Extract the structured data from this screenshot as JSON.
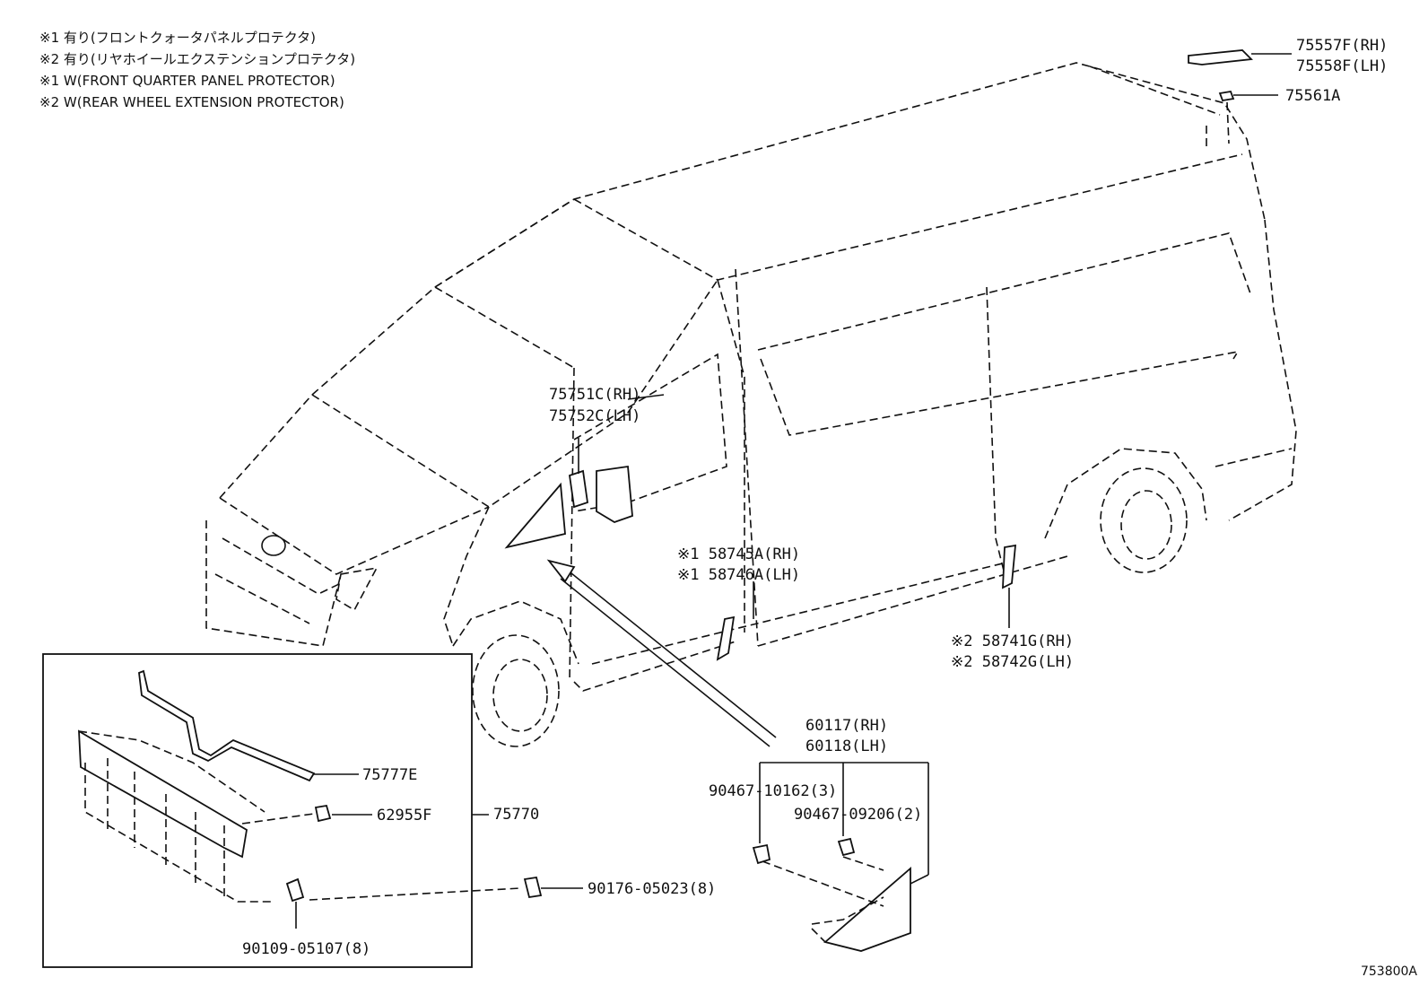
{
  "notes": [
    "※1 有り(フロントクォータパネルプロテクタ)",
    "※2 有り(リヤホイールエクステンションプロテクタ)",
    "※1 W(FRONT QUARTER PANEL PROTECTOR)",
    "※2 W(REAR WHEEL EXTENSION PROTECTOR)"
  ],
  "parts": {
    "p75557F": "75557F(RH)",
    "p75558F": "75558F(LH)",
    "p75561A": "75561A",
    "p75751C": "75751C(RH)",
    "p75752C": "75752C(LH)",
    "p58745A": "※1 58745A(RH)",
    "p58746A": "※1 58746A(LH)",
    "p58741G": "※2 58741G(RH)",
    "p58742G": "※2 58742G(LH)",
    "p60117": "60117(RH)",
    "p60118": "60118(LH)",
    "p90467a": "90467-10162(3)",
    "p90467b": "90467-09206(2)",
    "p75777E": "75777E",
    "p62955F": "62955F",
    "p75770": "75770",
    "p90176": "90176-05023(8)",
    "p90109": "90109-05107(8)"
  },
  "catalog_number": "753800A"
}
